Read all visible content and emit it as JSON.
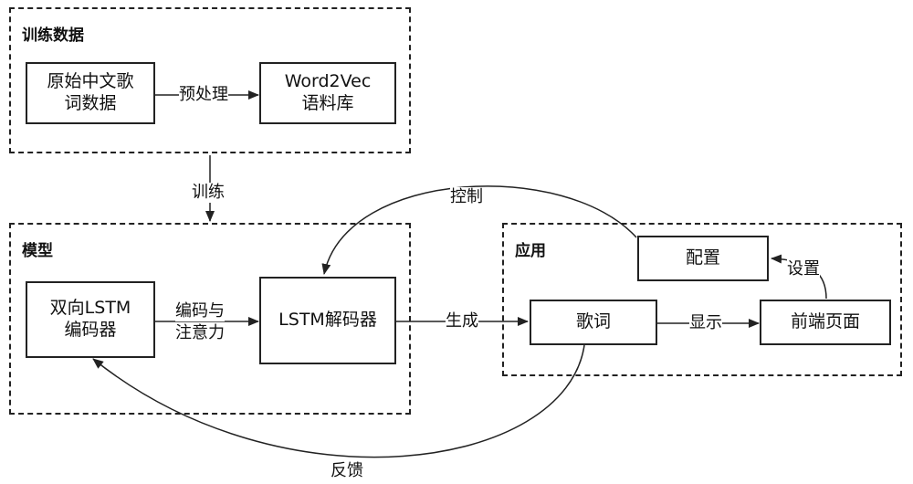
{
  "groups": {
    "training": {
      "title": "训练数据"
    },
    "model": {
      "title": "模型"
    },
    "application": {
      "title": "应用"
    }
  },
  "nodes": {
    "raw_lyrics": {
      "line1": "原始中文歌",
      "line2": "词数据"
    },
    "word2vec": {
      "line1": "Word2Vec",
      "line2": "语料库"
    },
    "bilstm_encoder": {
      "line1": "双向LSTM",
      "line2": "编码器"
    },
    "lstm_decoder": {
      "label": "LSTM解码器"
    },
    "lyrics": {
      "label": "歌词"
    },
    "frontend": {
      "label": "前端页面"
    },
    "config": {
      "label": "配置"
    }
  },
  "edges": {
    "preprocess": "预处理",
    "train": "训练",
    "encode_attention_1": "编码与",
    "encode_attention_2": "注意力",
    "generate": "生成",
    "display": "显示",
    "settings": "设置",
    "control": "控制",
    "feedback": "反馈"
  }
}
